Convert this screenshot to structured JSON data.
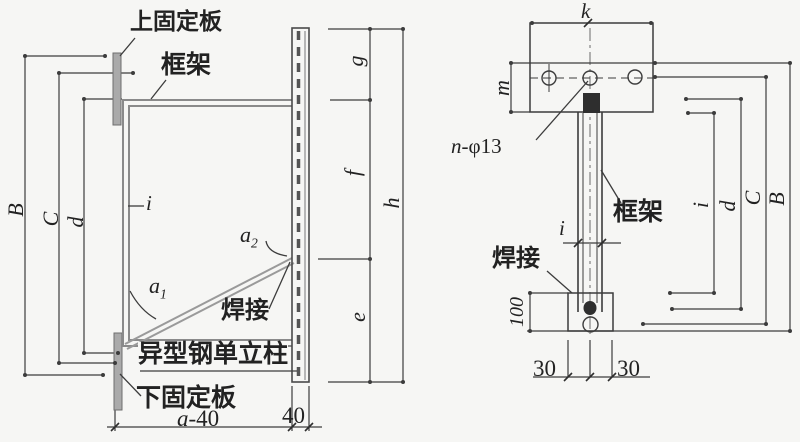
{
  "colors": {
    "background": "#f6f6f4",
    "ink": "#3c3c3c",
    "steel_gray": "#8f8f8f"
  },
  "left_view": {
    "top_plate_label": "上固定板",
    "frame_label": "框架",
    "weld_label": "焊接",
    "column_label": "异型钢单立柱",
    "bottom_plate_label": "下固定板",
    "dims": {
      "B": "B",
      "C": "C",
      "d": "d",
      "i": "i",
      "a1_base": "a",
      "a1_sub": "1",
      "a2_base": "a",
      "a2_sub": "2",
      "g": "g",
      "f": "f",
      "e": "e",
      "h": "h",
      "bottom_width_base": "a",
      "bottom_width_rest": "-40",
      "column_width": "40"
    }
  },
  "right_view": {
    "hole_label_base": "n-",
    "hole_label_rest": "φ13",
    "frame_label": "框架",
    "weld_label": "焊接",
    "dims": {
      "k": "k",
      "m": "m",
      "column_width": "i",
      "plate_height": "100",
      "offset_left": "30",
      "offset_right": "30",
      "i": "i",
      "d": "d",
      "C": "C",
      "B": "B"
    }
  }
}
